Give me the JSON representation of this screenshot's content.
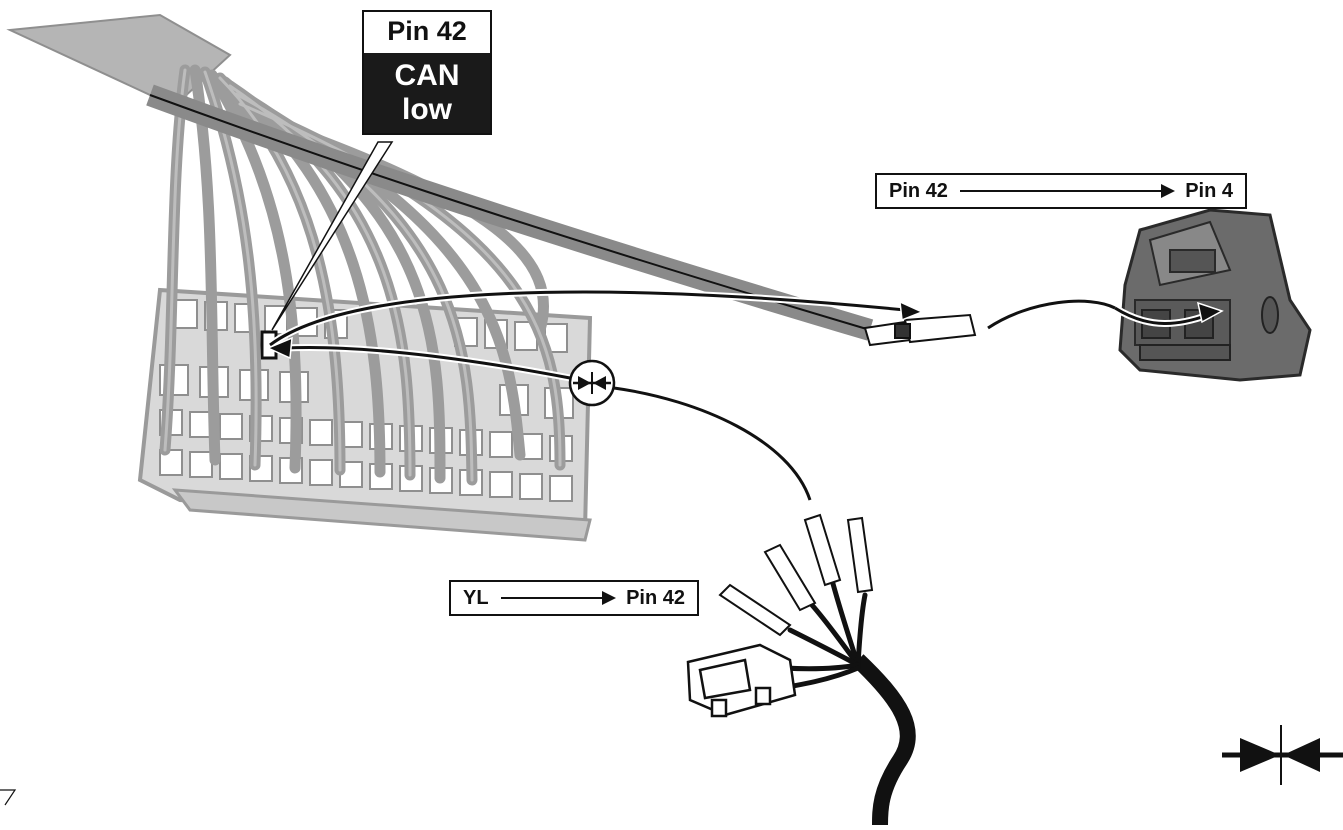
{
  "callout_top": {
    "pin": "Pin 42",
    "signal_line1": "CAN",
    "signal_line2": "low"
  },
  "label_right": {
    "from": "Pin 42",
    "to": "Pin 4"
  },
  "label_left": {
    "from": "YL",
    "to": "Pin 42"
  },
  "icons": [
    "splice-icon",
    "splice-icon-large"
  ],
  "colors": {
    "harness_gray": "#9a9a9a",
    "connector_body": "#e3e3e3",
    "black_wire": "#111111"
  }
}
